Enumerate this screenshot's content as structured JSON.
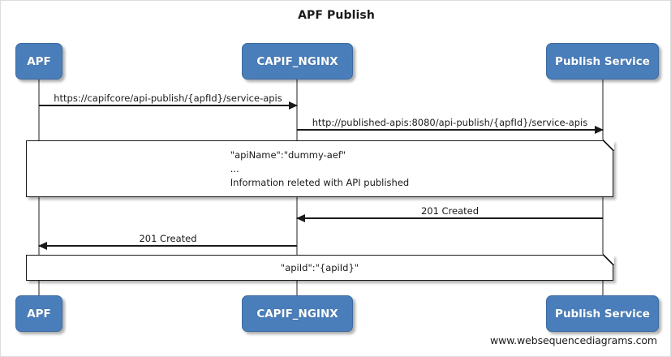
{
  "diagram": {
    "title": "APF Publish",
    "footer": "www.websequencediagrams.com",
    "accent_color": "#4a7ebb",
    "line_color": "#1a1a1a",
    "lifeline_color": "#8f8f8f",
    "background": "#ffffff"
  },
  "participants": [
    {
      "id": "apf",
      "label": "APF"
    },
    {
      "id": "nginx",
      "label": "CAPIF_NGINX"
    },
    {
      "id": "publish",
      "label": "Publish Service"
    }
  ],
  "messages": [
    {
      "id": "msg1",
      "label": "https://capifcore/api-publish/{apfId}/service-apis",
      "from": "APF",
      "to": "CAPIF_NGINX",
      "direction": "right"
    },
    {
      "id": "msg2",
      "label": "http://published-apis:8080/api-publish/{apfId}/service-apis",
      "from": "CAPIF_NGINX",
      "to": "Publish Service",
      "direction": "right"
    },
    {
      "id": "msg3",
      "label": "201 Created",
      "from": "Publish Service",
      "to": "CAPIF_NGINX",
      "direction": "left"
    },
    {
      "id": "msg4",
      "label": "201 Created",
      "from": "CAPIF_NGINX",
      "to": "APF",
      "direction": "left"
    }
  ],
  "notes": [
    {
      "id": "note1",
      "text": "\"apiName\":\"dummy-aef\"\n...\nInformation releted with API published",
      "align": "left"
    },
    {
      "id": "note2",
      "text": "\"apiId\":\"{apiId}\"",
      "align": "center"
    }
  ]
}
